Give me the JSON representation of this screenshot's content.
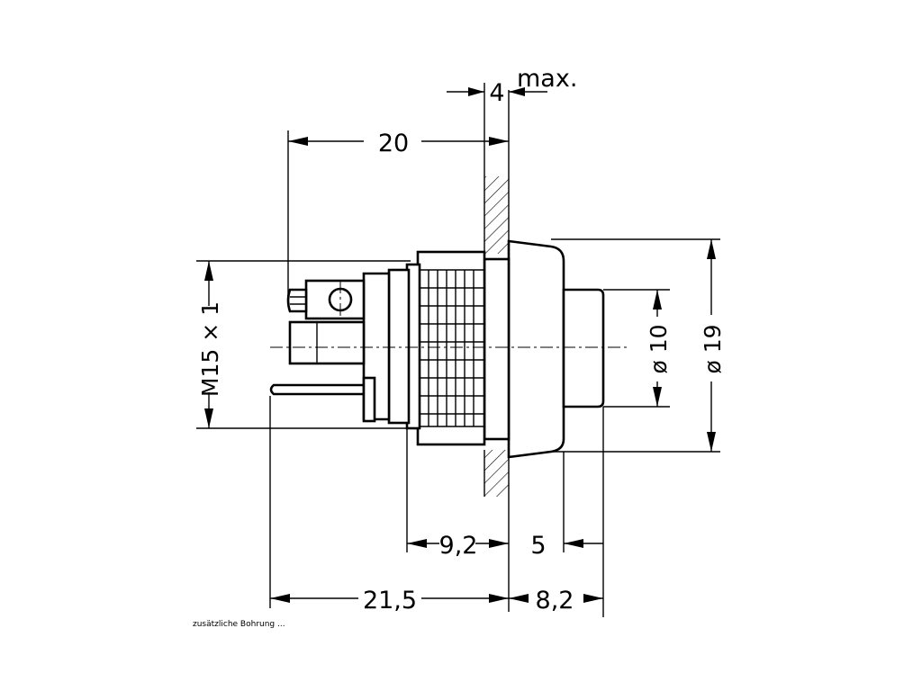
{
  "diagram": {
    "dimensions": {
      "panel_thickness": "4",
      "panel_thickness_note": "max.",
      "overall_rear": "20",
      "thread": "M15 × 1",
      "button_diameter": "ø 10",
      "bezel_diameter": "ø 19",
      "body_depth": "9,2",
      "button_height": "5",
      "total_rear": "21,5",
      "front_height": "8,2"
    },
    "footnote": "zusätzliche Bohrung ..."
  }
}
